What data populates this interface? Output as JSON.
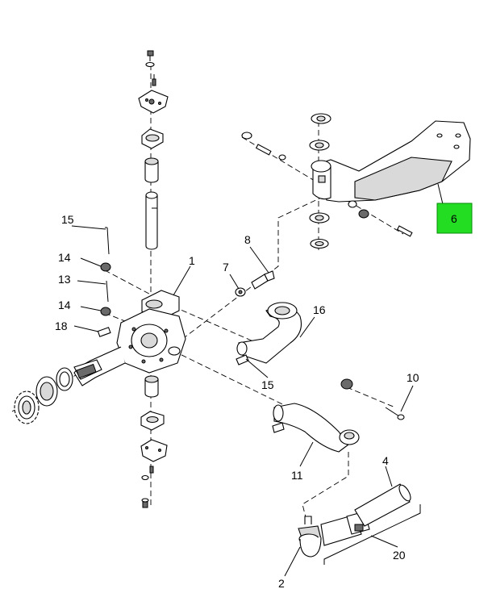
{
  "callouts": {
    "c1": "1",
    "c2": "2",
    "c4": "4",
    "c6": "6",
    "c7": "7",
    "c8": "8",
    "c10": "10",
    "c11": "11",
    "c13": "13",
    "c14a": "14",
    "c14b": "14",
    "c15a": "15",
    "c15b": "15",
    "c16": "16",
    "c18": "18",
    "c20": "20"
  },
  "colors": {
    "highlight": "#22dd22",
    "line": "#000000"
  }
}
